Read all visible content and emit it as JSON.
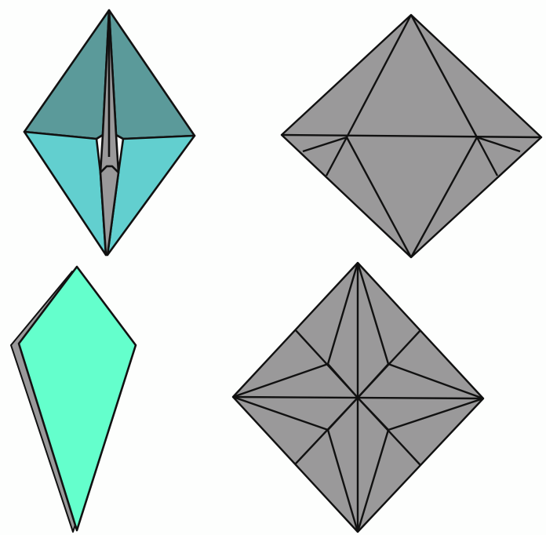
{
  "figure": {
    "panels": [
      {
        "id": "folded-base-front",
        "fills": [
          "#5b9a9a",
          "#62cfcf",
          "#9a999a"
        ]
      },
      {
        "id": "crease-pattern-octahedral",
        "fills": [
          "#9a999a"
        ]
      },
      {
        "id": "flat-folded-kite",
        "fills": [
          "#64ffcc",
          "#9a999a"
        ]
      },
      {
        "id": "crease-pattern-star-square",
        "fills": [
          "#9a999a"
        ]
      }
    ],
    "colors": {
      "stroke": "#111111",
      "gray": "#9a999a",
      "dark_teal": "#5b9a9a",
      "light_teal": "#62cfcf",
      "mint": "#64ffcc",
      "background": "#fdfefd"
    }
  }
}
